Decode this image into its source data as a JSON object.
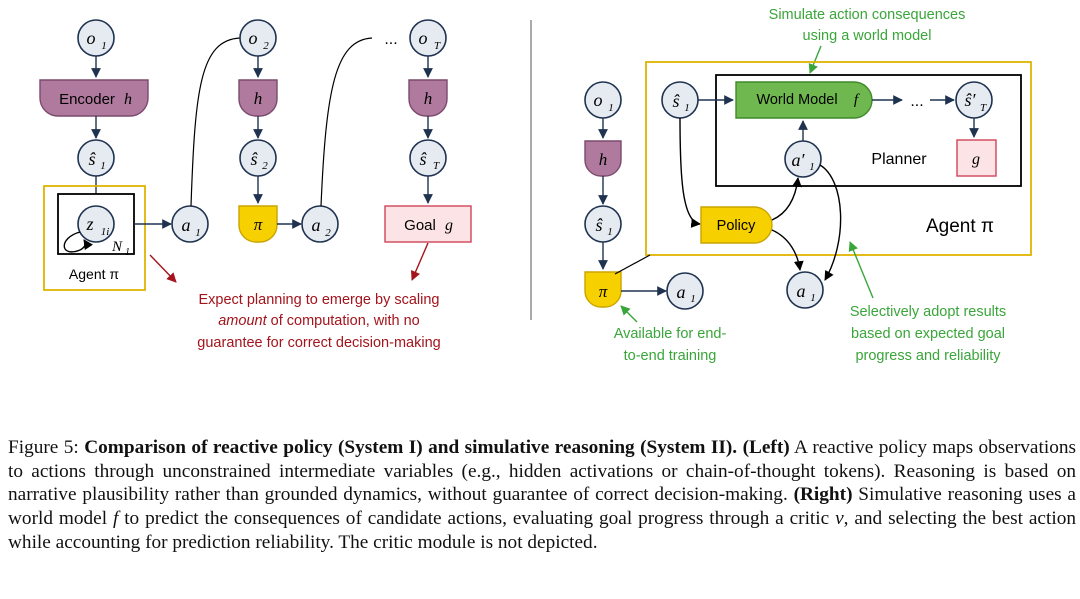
{
  "left": {
    "obs": [
      "o",
      "o",
      "o"
    ],
    "obs_sub": [
      "1",
      "2",
      "T"
    ],
    "ellipsis": "...",
    "encoder_label": "Encoder",
    "encoder_math": "h",
    "h_label": "h",
    "states": [
      "ŝ",
      "ŝ",
      "ŝ"
    ],
    "state_sub": [
      "1",
      "2",
      "T"
    ],
    "latent": "z",
    "latent_sub": "1i",
    "loop_label": "N",
    "loop_sub": "1",
    "agent_label": "Agent π",
    "actions": [
      "a",
      "a"
    ],
    "action_sub": [
      "1",
      "2"
    ],
    "policy": "π",
    "goal_label": "Goal",
    "goal_math": "g",
    "note": {
      "line1": "Expect planning to emerge by scaling",
      "line2_em": "amount",
      "line2_rest": " of computation, with no",
      "line3": "guarantee for correct decision-making"
    }
  },
  "right": {
    "top_note": [
      "Simulate action consequences",
      "using a world model"
    ],
    "obs": "o",
    "obs_sub": "1",
    "h_label": "h",
    "state": "ŝ",
    "state_sub": "1",
    "state_plan": "ŝ",
    "state_plan_sub": "1",
    "world_model_label": "World Model",
    "world_model_math": "f",
    "ellipsis": "...",
    "state_T": "ŝ′",
    "state_T_sub": "T",
    "planner_label": "Planner",
    "goal_math": "g",
    "action_prime": "a′",
    "action_prime_sub": "1",
    "policy_label": "Policy",
    "agent_label": "Agent π",
    "pi": "π",
    "action": "a",
    "action_sub": "1",
    "action2": "a",
    "action2_sub": "1",
    "avail_note": [
      "Available for end-",
      "to-end training"
    ],
    "select_note": [
      "Selectively adopt results",
      "based on expected goal",
      "progress and reliability"
    ]
  },
  "caption": {
    "figure_label": "Figure 5:",
    "title": "Comparison of reactive policy (System I) and simulative reasoning (System II).",
    "left_tag": "(Left)",
    "left_text": " A reactive policy maps observations to actions through unconstrained intermediate variables (e.g., hidden activations or chain-of-thought tokens). Reasoning is based on narrative plausibility rather than grounded dynamics, without guarantee of correct decision-making. ",
    "right_tag": "(Right)",
    "right_text_1": " Simulative reasoning uses a world model ",
    "math_f": "f",
    "right_text_2": " to predict the consequences of candidate actions, evaluating goal progress through a critic ",
    "math_v": "v",
    "right_text_3": ", and selecting the best action while accounting for prediction reliability. The critic module is not depicted."
  },
  "colors": {
    "node_fill": "#e6ebf2",
    "node_stroke": "#1f3350",
    "encoder_fill": "#b07a9e",
    "encoder_stroke": "#7a4a6c",
    "policy_fill": "#f7d000",
    "policy_stroke": "#caa400",
    "goal_fill": "#fbe3e6",
    "goal_stroke": "#d0455a",
    "world_model_fill": "#6fb84f",
    "world_model_stroke": "#3f8a2a",
    "green_text": "#3aa53a",
    "red_text": "#a3141c",
    "agent_box": "#e0b400"
  }
}
